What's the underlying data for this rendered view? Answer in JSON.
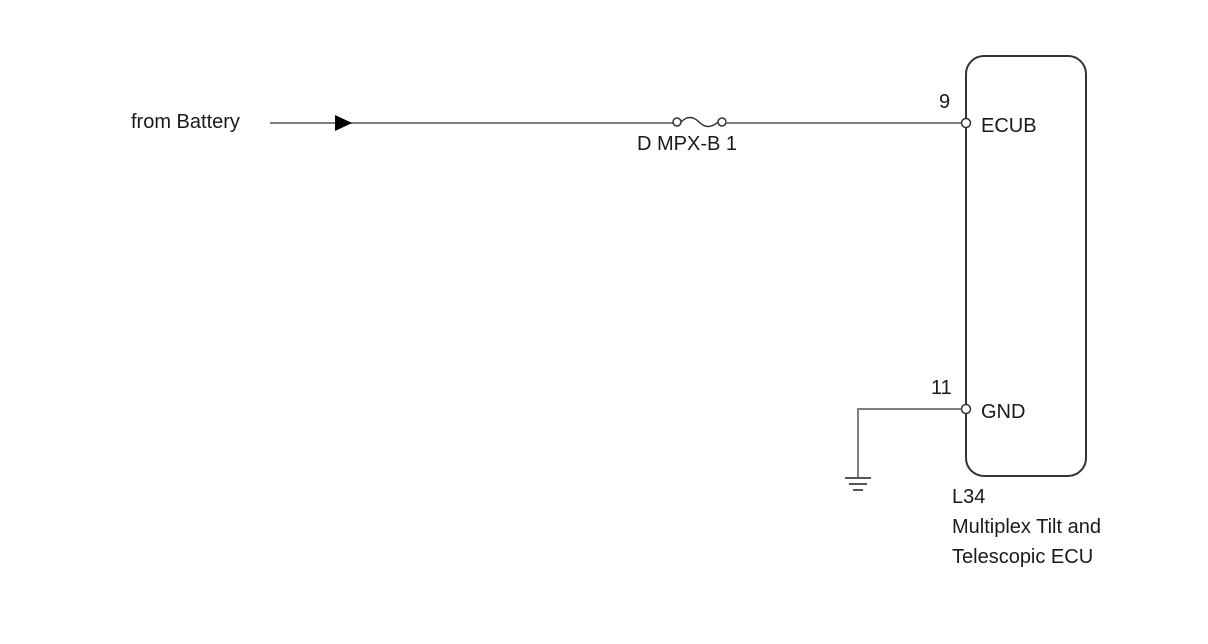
{
  "source_label": "from Battery",
  "fuse": {
    "label": "D MPX-B 1"
  },
  "ecu": {
    "connector_id": "L34",
    "name_line1": "Multiplex Tilt and",
    "name_line2": "Telescopic ECU",
    "pins": [
      {
        "number": "9",
        "name": "ECUB"
      },
      {
        "number": "11",
        "name": "GND"
      }
    ]
  },
  "colors": {
    "wire": "#7f7f7f",
    "ecu_outline": "#333333",
    "text": "#1a1a1a"
  }
}
